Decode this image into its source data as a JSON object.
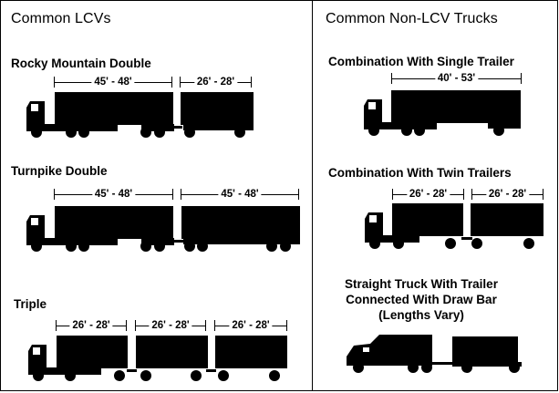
{
  "left_panel": {
    "heading": "Common LCVs",
    "vehicles": [
      {
        "name": "Rocky Mountain Double",
        "trailers": [
          "45' - 48'",
          "26' - 28'"
        ]
      },
      {
        "name": "Turnpike Double",
        "trailers": [
          "45' - 48'",
          "45' - 48'"
        ]
      },
      {
        "name": "Triple",
        "trailers": [
          "26' - 28'",
          "26' - 28'",
          "26' - 28'"
        ]
      }
    ]
  },
  "right_panel": {
    "heading": "Common Non-LCV Trucks",
    "vehicles": [
      {
        "name": "Combination With Single Trailer",
        "trailers": [
          "40' - 53'"
        ]
      },
      {
        "name": "Combination With Twin Trailers",
        "trailers": [
          "26' - 28'",
          "26' - 28'"
        ]
      },
      {
        "name": "Straight Truck With Trailer",
        "name_line2": "Connected With Draw Bar",
        "name_line3": "(Lengths Vary)",
        "trailers": []
      }
    ]
  },
  "colors": {
    "ink": "#000000",
    "background": "#ffffff"
  }
}
